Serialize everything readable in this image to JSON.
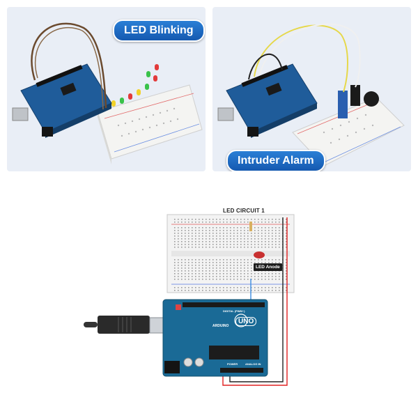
{
  "panels": {
    "left_label": "LED Blinking",
    "right_label": "Intruder Alarm"
  },
  "circuit": {
    "title": "LED CIRCUIT 1",
    "tag": "LED Anode",
    "board_brand": "ARDUINO",
    "board_model": "UNO",
    "digital_label": "DIGITAL (PWM~)",
    "power_label": "POWER",
    "analog_label": "ANALOG IN"
  },
  "colors": {
    "pill_blue": "#1e6ec8",
    "arduino_blue": "#1a6a96",
    "wire_red": "#e02020",
    "wire_blue": "#3a8be0",
    "led_red": "#c83030"
  }
}
